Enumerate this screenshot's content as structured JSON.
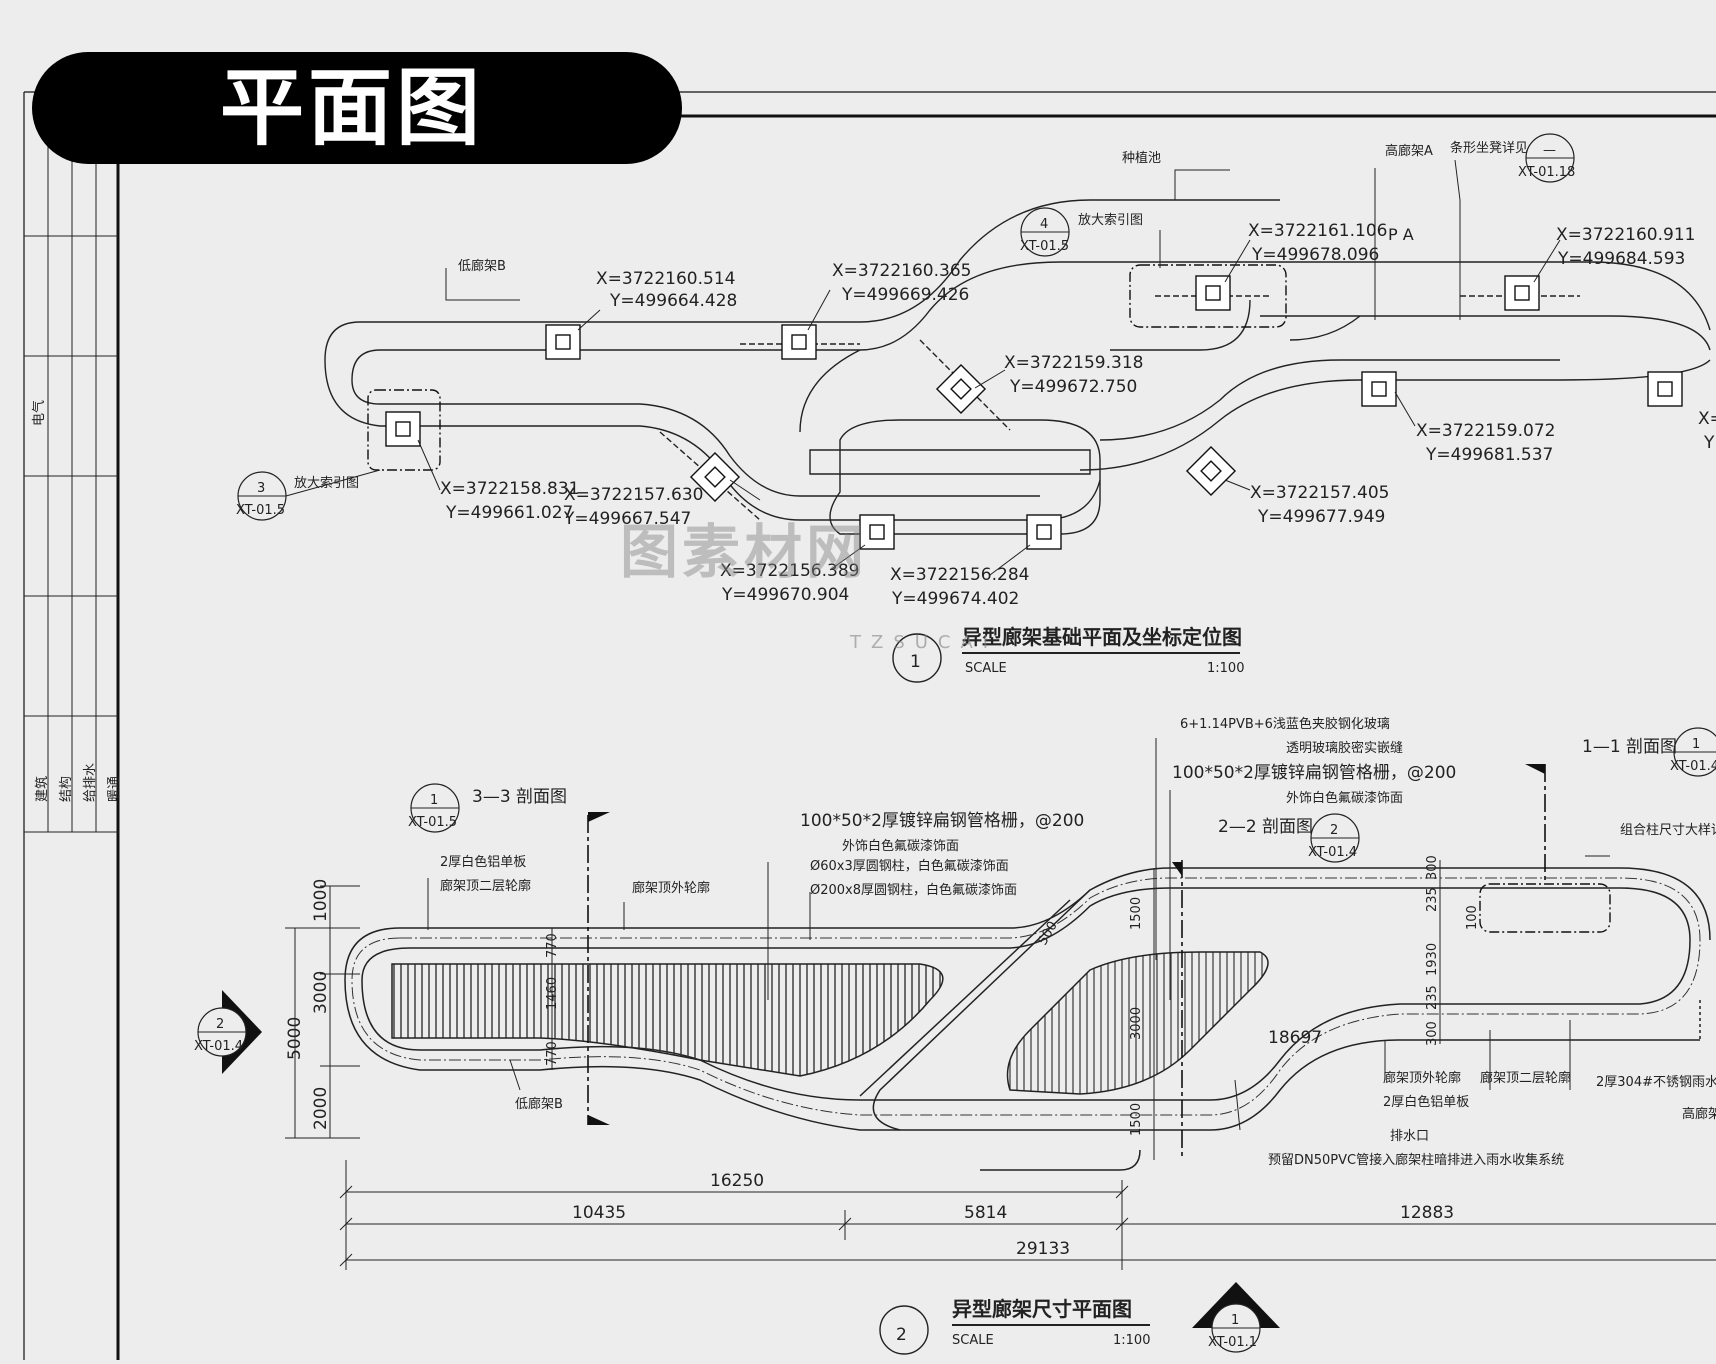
{
  "header": {
    "title": "平面图"
  },
  "watermark": {
    "brand": "图素材网",
    "sub": "TZSUCAI"
  },
  "titleblock": {
    "electrical": "电气",
    "labels": [
      "建筑",
      "结构",
      "给排水",
      "暖通"
    ]
  },
  "plan1": {
    "title": "异型廊架基础平面及坐标定位图",
    "scale_label": "SCALE",
    "scale": "1:100",
    "number": "1",
    "labels": {
      "planter": "种植池",
      "high_corridor_a": "高廊架A",
      "strip_seat": "条形坐凳详见",
      "pa": "P A",
      "low_corridor_b": "低廊架B",
      "enlarge_index_4": "放大索引图",
      "enlarge_index_3": "放大索引图"
    },
    "refs": [
      {
        "num": "4",
        "sheet": "XT-01.5"
      },
      {
        "num": "3",
        "sheet": "XT-01.5"
      },
      {
        "num": "—",
        "sheet": "XT-01.18"
      }
    ],
    "coords": [
      {
        "x": "X=3722160.514",
        "y": "Y=499664.428"
      },
      {
        "x": "X=3722160.365",
        "y": "Y=499669.426"
      },
      {
        "x": "X=3722161.106",
        "y": "Y=499678.096"
      },
      {
        "x": "X=3722160.911",
        "y": "Y=499684.593"
      },
      {
        "x": "X=3722159.318",
        "y": "Y=499672.750"
      },
      {
        "x": "X=3722159.072",
        "y": "Y=499681.537"
      },
      {
        "x": "X=3722158.831",
        "y": "Y=499661.027"
      },
      {
        "x": "X=3722157.630",
        "y": "Y=499667.547"
      },
      {
        "x": "X=3722157.405",
        "y": "Y=499677.949"
      },
      {
        "x": "X=3722156.389",
        "y": "Y=499670.904"
      },
      {
        "x": "X=3722156.284",
        "y": "Y=499674.402"
      }
    ],
    "edge_cut": {
      "x": "X=",
      "y": "Y"
    }
  },
  "plan2": {
    "title": "异型廊架尺寸平面图",
    "scale_label": "SCALE",
    "scale": "1:100",
    "number": "2",
    "sections": {
      "s33": "3—3 剖面图",
      "s22": "2—2 剖面图",
      "s11": "1—1 剖面图"
    },
    "refs": [
      {
        "num": "1",
        "sheet": "XT-01.5"
      },
      {
        "num": "2",
        "sheet": "XT-01.4"
      },
      {
        "num": "1",
        "sheet": "XT-01.4"
      },
      {
        "num": "2",
        "sheet": "XT-01.4"
      },
      {
        "num": "1",
        "sheet": "XT-01.1"
      }
    ],
    "notes": {
      "glass": "6+1.14PVB+6浅蓝色夹胶钢化玻璃",
      "sealant": "透明玻璃胶密实嵌缝",
      "steel_grid_right": "100*50*2厚镀锌扁钢管格栅，@200",
      "paint_right": "外饰白色氟碳漆饰面",
      "steel_grid_left": "100*50*2厚镀锌扁钢管格栅，@200",
      "paint_left": "外饰白色氟碳漆饰面",
      "pipe60": "Ø60x3厚圆钢柱，白色氟碳漆饰面",
      "pipe200": "Ø200x8厚圆钢柱，白色氟碳漆饰面",
      "alu_board": "2厚白色铝单板",
      "second_roof": "廊架顶二层轮廓",
      "roof_outline": "廊架顶外轮廓",
      "low_b": "低廊架B",
      "combo_col": "组合柱尺寸大样详",
      "roof_outline_r": "廊架顶外轮廓",
      "second_roof_r": "廊架顶二层轮廓",
      "alu_board_r": "2厚白色铝单板",
      "stainless": "2厚304#不锈钢雨水",
      "high_cut": "高廊架",
      "drain": "排水口",
      "pvc": "预留DN50PVC管接入廊架柱暗排进入雨水收集系统"
    },
    "dims": {
      "total": "29133",
      "d16250": "16250",
      "d10435": "10435",
      "d5814": "5814",
      "d12883": "12883",
      "v5000": "5000",
      "v1000": "1000",
      "v3000": "3000",
      "v2000": "2000",
      "v770a": "770",
      "v1460": "1460",
      "v770b": "770",
      "d18697": "18697",
      "d500": "500",
      "d1500a": "1500",
      "d3000c": "3000",
      "d1500b": "1500",
      "r300a": "300",
      "r235": "235",
      "r1930": "1930",
      "r235b": "235",
      "r300b": "300",
      "r100": "100"
    }
  }
}
